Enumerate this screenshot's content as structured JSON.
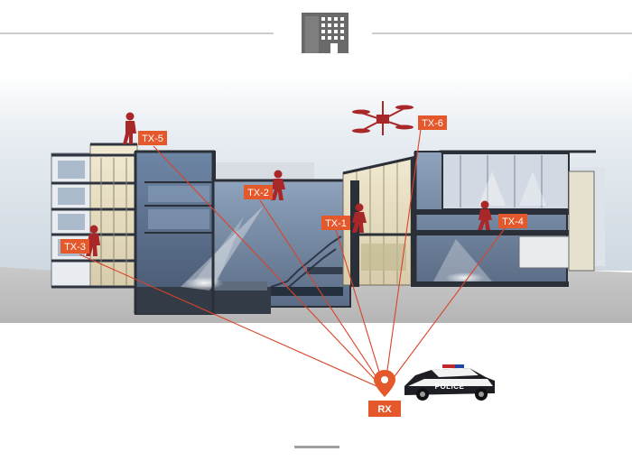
{
  "header": {
    "icon": "building-icon"
  },
  "transmitters": [
    {
      "id": "tx1",
      "label": "TX-1"
    },
    {
      "id": "tx2",
      "label": "TX-2"
    },
    {
      "id": "tx3",
      "label": "TX-3"
    },
    {
      "id": "tx4",
      "label": "TX-4"
    },
    {
      "id": "tx5",
      "label": "TX-5"
    },
    {
      "id": "tx6",
      "label": "TX-6"
    }
  ],
  "receiver": {
    "label": "RX",
    "icon": "location-pin-icon"
  },
  "vehicle": {
    "label": "POLICE",
    "icon": "police-car-icon"
  },
  "drone": {
    "icon": "drone-icon"
  },
  "colors": {
    "accent": "#e4582b",
    "link_line": "#d9432a",
    "figure": "#a8282a",
    "building_glass": "#5f7898",
    "building_dark": "#3a4252",
    "header_icon": "#6a6a6a"
  }
}
